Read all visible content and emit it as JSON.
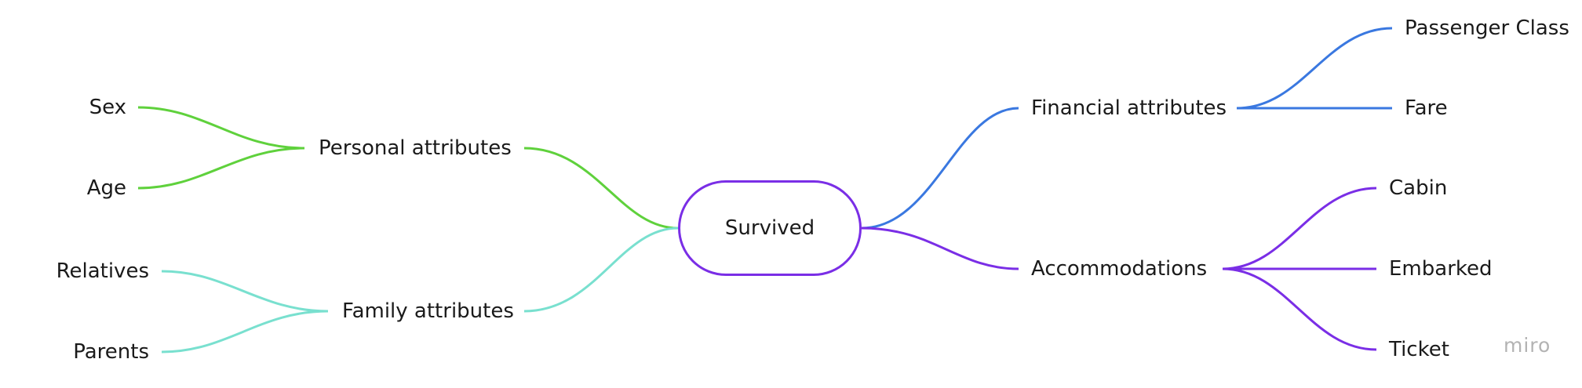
{
  "root": {
    "label": "Survived",
    "color": "#7a2ee6"
  },
  "branches": {
    "personal": {
      "label": "Personal attributes",
      "color": "#5fd13c",
      "children": [
        "Sex",
        "Age"
      ]
    },
    "family": {
      "label": "Family attributes",
      "color": "#79e0cf",
      "children": [
        "Relatives",
        "Parents"
      ]
    },
    "financial": {
      "label": "Financial attributes",
      "color": "#3a78e0",
      "children": [
        "Passenger Class",
        "Fare"
      ]
    },
    "accommodations": {
      "label": "Accommodations",
      "color": "#7a2ee6",
      "children": [
        "Cabin",
        "Embarked",
        "Ticket"
      ]
    }
  },
  "brand": "miro"
}
